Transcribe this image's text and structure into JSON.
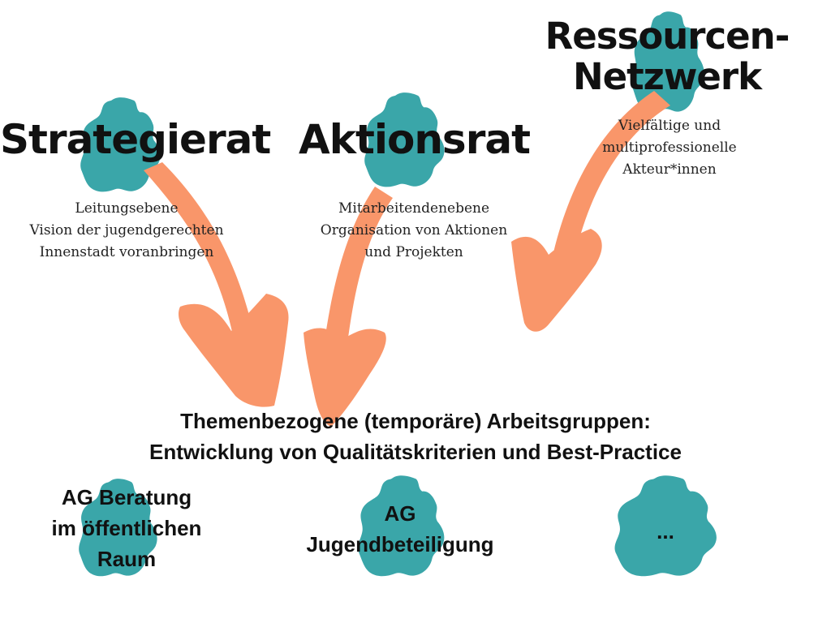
{
  "colors": {
    "blob": "#3aa6a9",
    "arrow": "#f9966a",
    "text": "#111111",
    "background": "#ffffff"
  },
  "nodes": {
    "strategierat": {
      "title": "Strategierat",
      "lines": [
        "Leitungsebene",
        "Vision der jugendgerechten",
        "Innenstadt voranbringen"
      ]
    },
    "aktionsrat": {
      "title": "Aktionsrat",
      "lines": [
        "Mitarbeitendenebene",
        "Organisation von Aktionen",
        "und Projekten"
      ]
    },
    "ressourcen": {
      "title_lines": [
        "Ressourcen-",
        "Netzwerk"
      ],
      "lines": [
        "Vielfältige und",
        "multiprofessionelle",
        "Akteur*innen"
      ]
    }
  },
  "banner": {
    "lines": [
      "Themenbezogene (temporäre) Arbeitsgruppen:",
      "Entwicklung von Qualitätskriterien und Best-Practice"
    ]
  },
  "groups": [
    {
      "lines": [
        "AG Beratung",
        "im öffentlichen",
        "Raum"
      ]
    },
    {
      "lines": [
        "AG",
        "Jugendbeteiligung"
      ]
    },
    {
      "lines": [
        "..."
      ]
    }
  ]
}
